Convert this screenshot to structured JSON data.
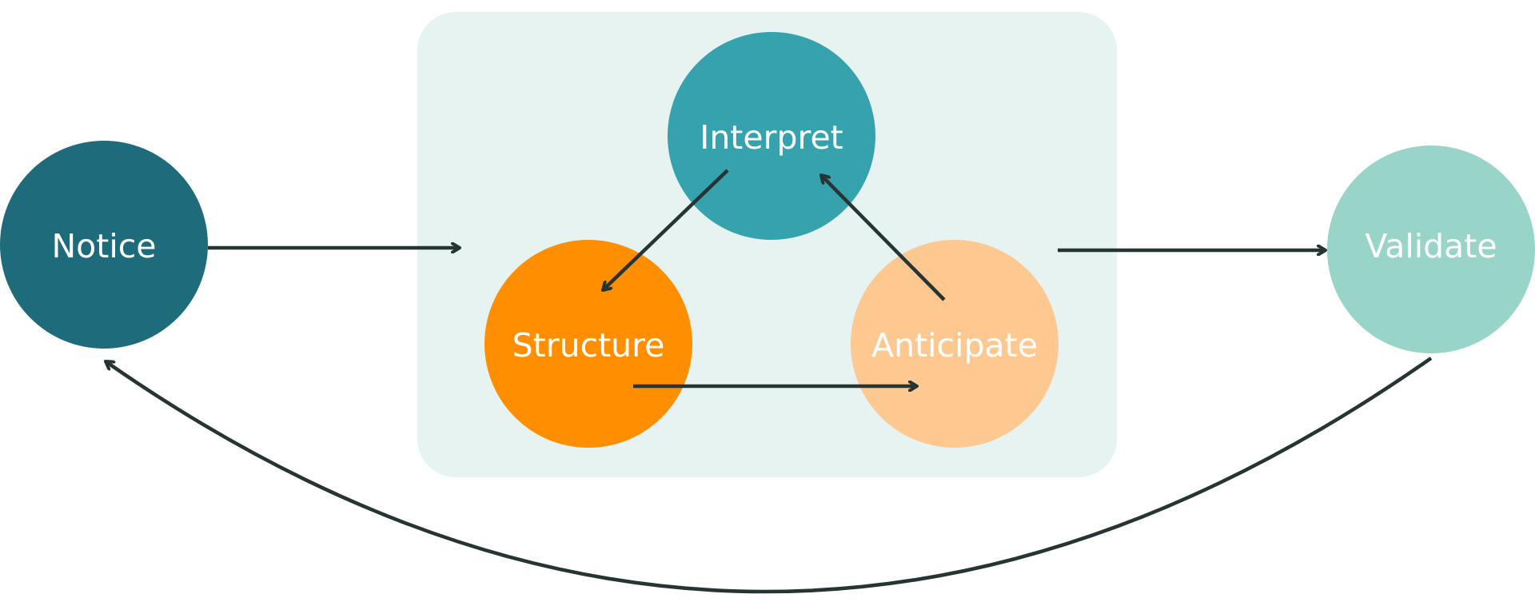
{
  "diagram": {
    "nodes": [
      {
        "id": "notice",
        "label": "Notice",
        "color": "#1D6B7B"
      },
      {
        "id": "interpret",
        "label": "Interpret",
        "color": "#35A2AE"
      },
      {
        "id": "structure",
        "label": "Structure",
        "color": "#FF8F00"
      },
      {
        "id": "anticipate",
        "label": "Anticipate",
        "color": "#FEC891"
      },
      {
        "id": "validate",
        "label": "Validate",
        "color": "#99D4C9"
      }
    ],
    "edges": [
      {
        "from": "notice",
        "to": "group"
      },
      {
        "from": "interpret",
        "to": "structure"
      },
      {
        "from": "structure",
        "to": "anticipate"
      },
      {
        "from": "anticipate",
        "to": "interpret"
      },
      {
        "from": "group",
        "to": "validate"
      },
      {
        "from": "validate",
        "to": "notice"
      }
    ],
    "group_color": "#E6F3F1",
    "arrow_color": "#263433"
  }
}
